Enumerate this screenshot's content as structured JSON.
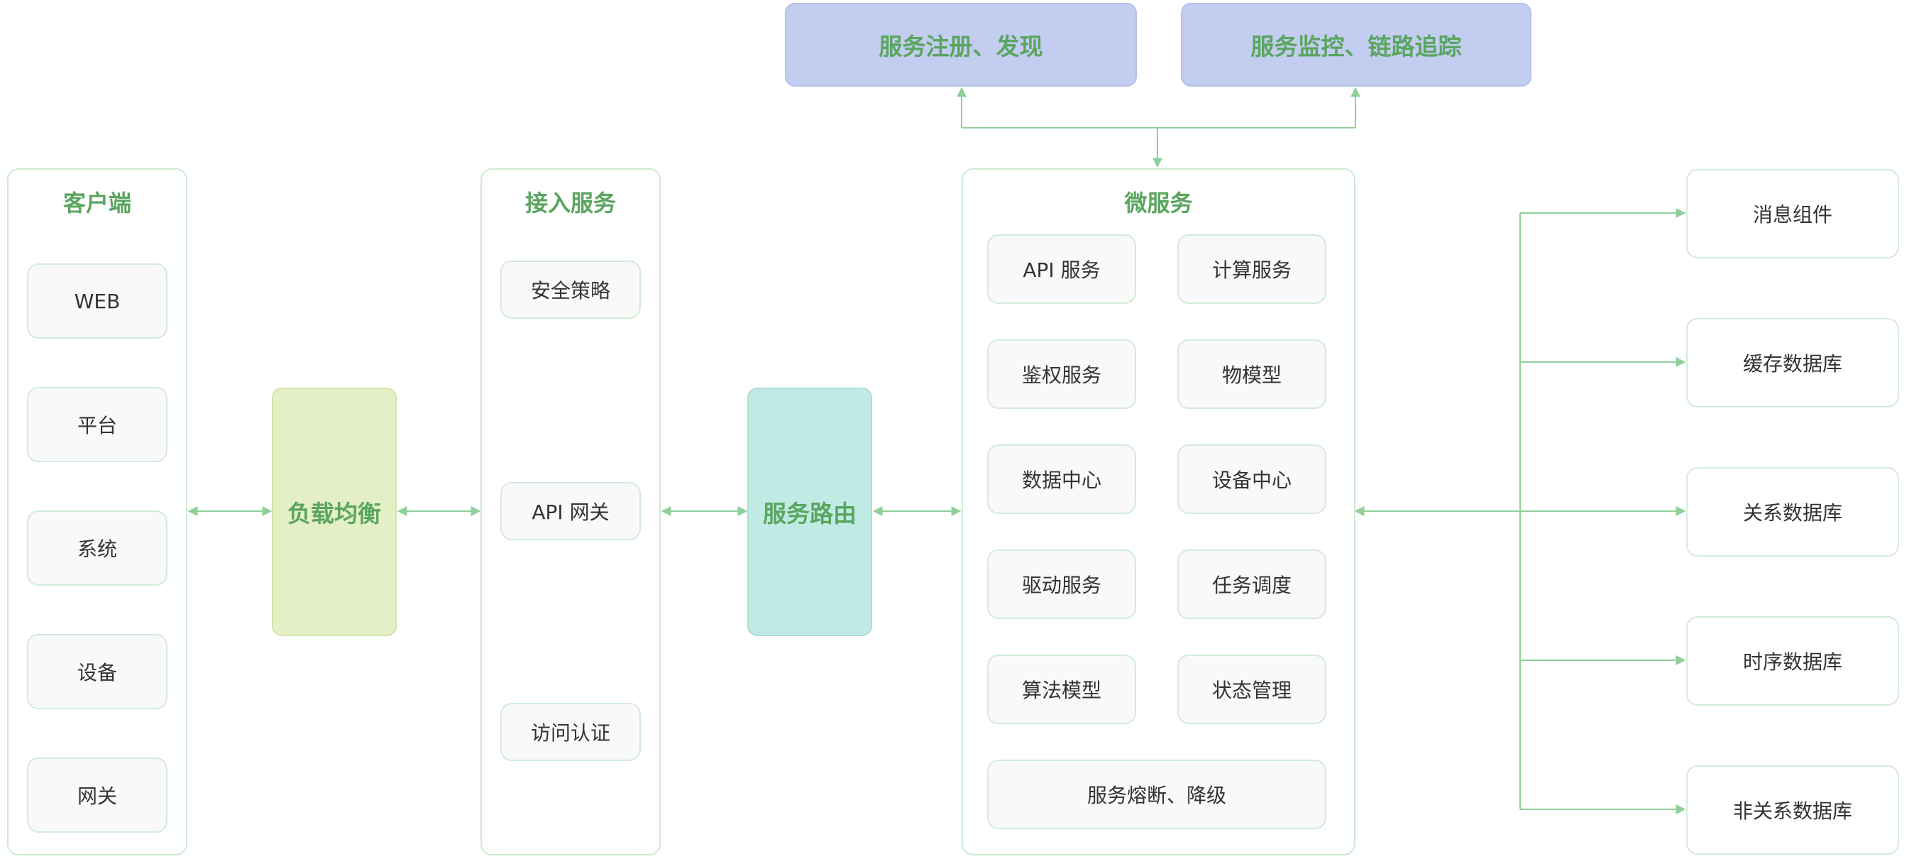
{
  "colors": {
    "accent": "#5aa55f",
    "line": "#8fd09a",
    "group_border": "#cdebd3",
    "load_balance_fill": "#e4efc6",
    "service_route_fill": "#c0ebe4",
    "top_fill": "#c3cdf0"
  },
  "top": {
    "registry": "服务注册、发现",
    "monitor": "服务监控、链路追踪"
  },
  "client": {
    "title": "客户端",
    "items": [
      "WEB",
      "平台",
      "系统",
      "设备",
      "网关"
    ]
  },
  "load_balance": {
    "label": "负载均衡"
  },
  "access": {
    "title": "接入服务",
    "items": [
      "安全策略",
      "API 网关",
      "访问认证"
    ]
  },
  "service_route": {
    "label": "服务路由"
  },
  "micro": {
    "title": "微服务",
    "items": [
      "API 服务",
      "计算服务",
      "鉴权服务",
      "物模型",
      "数据中心",
      "设备中心",
      "驱动服务",
      "任务调度",
      "算法模型",
      "状态管理"
    ],
    "wide": "服务熔断、降级"
  },
  "storage": {
    "items": [
      "消息组件",
      "缓存数据库",
      "关系数据库",
      "时序数据库",
      "非关系数据库"
    ]
  }
}
